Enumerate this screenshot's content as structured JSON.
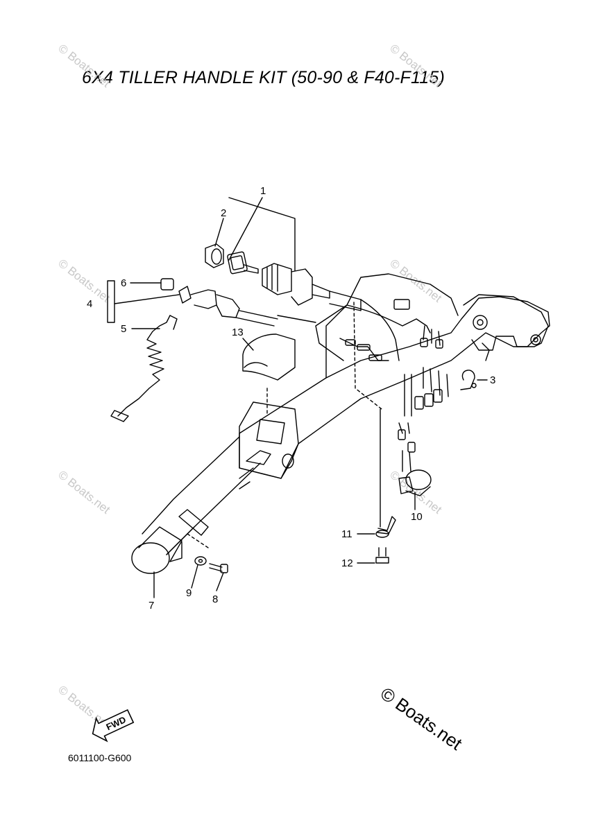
{
  "title": "6X4 TILLER HANDLE KIT  (50-90 & F40-F115)",
  "watermark": "© Boats.net",
  "brand_mark": "© Boats.net",
  "diagram_code": "6011100-G600",
  "fwd_label": "FWD",
  "parts": [
    "1",
    "2",
    "3",
    "4",
    "5",
    "6",
    "7",
    "8",
    "9",
    "10",
    "11",
    "12",
    "13"
  ]
}
